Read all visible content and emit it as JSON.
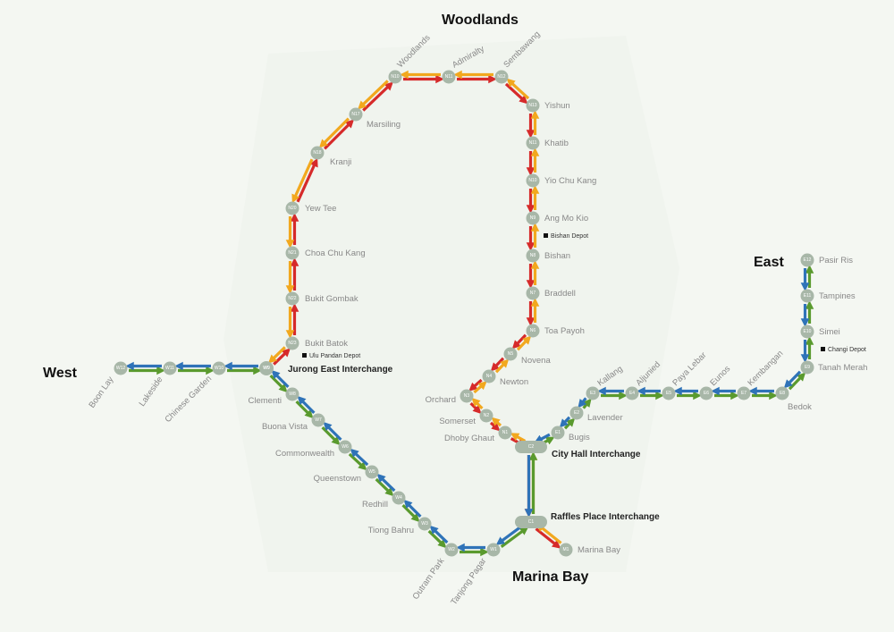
{
  "colors": {
    "red": "#d62a2a",
    "orange": "#f2a81e",
    "green": "#5a9a2e",
    "blue": "#2f73b8",
    "station": "#a8b7a8",
    "label": "#8a8a8a"
  },
  "regions": {
    "woodlands": "Woodlands",
    "west": "West",
    "east": "East",
    "marina_bay": "Marina Bay"
  },
  "interchanges": {
    "jurong_east": "Jurong East Interchange",
    "city_hall": "City Hall Interchange",
    "raffles_place": "Raffles Place Interchange"
  },
  "depots": {
    "ulu_pandan": "Ulu Pandan Depot",
    "bishan": "Bishan Depot",
    "changi": "Changi Depot"
  },
  "stations": {
    "woodlands": "Woodlands",
    "admiralty": "Admiralty",
    "sembawang": "Sembawang",
    "marsiling": "Marsiling",
    "kranji": "Kranji",
    "yew_tee": "Yew Tee",
    "choa_chu_kang": "Choa Chu Kang",
    "bukit_gombak": "Bukit Gombak",
    "bukit_batok": "Bukit Batok",
    "yishun": "Yishun",
    "khatib": "Khatib",
    "yio_chu_kang": "Yio Chu Kang",
    "ang_mo_kio": "Ang Mo Kio",
    "bishan": "Bishan",
    "braddell": "Braddell",
    "toa_payoh": "Toa Payoh",
    "novena": "Novena",
    "newton": "Newton",
    "orchard": "Orchard",
    "somerset": "Somerset",
    "dhoby_ghaut": "Dhoby Ghaut",
    "boon_lay": "Boon Lay",
    "lakeside": "Lakeside",
    "chinese_garden": "Chinese Garden",
    "clementi": "Clementi",
    "buona_vista": "Buona Vista",
    "commonwealth": "Commonwealth",
    "queenstown": "Queenstown",
    "redhill": "Redhill",
    "tiong_bahru": "Tiong Bahru",
    "outram_park": "Outram Park",
    "tanjong_pagar": "Tanjong Pagar",
    "marina_bay": "Marina Bay",
    "bugis": "Bugis",
    "lavender": "Lavender",
    "kallang": "Kallang",
    "aljunied": "Aljunied",
    "paya_lebar": "Paya Lebar",
    "eunos": "Eunos",
    "kembangan": "Kembangan",
    "bedok": "Bedok",
    "tanah_merah": "Tanah Merah",
    "simei": "Simei",
    "tampines": "Tampines",
    "pasir_ris": "Pasir Ris"
  },
  "codes": {
    "woodlands": "N10",
    "admiralty": "N11",
    "sembawang": "N12",
    "marsiling": "N17",
    "kranji": "N18",
    "yew_tee": "N20",
    "choa_chu_kang": "N21",
    "bukit_gombak": "N22",
    "bukit_batok": "N23",
    "yishun": "N13",
    "khatib": "N11",
    "yio_chu_kang": "N10",
    "ang_mo_kio": "N9",
    "bishan": "N8",
    "braddell": "N7",
    "toa_payoh": "N6",
    "novena": "N5",
    "newton": "N4",
    "orchard": "N3",
    "somerset": "N2",
    "dhoby_ghaut": "N1",
    "boon_lay": "W12",
    "lakeside": "W11",
    "chinese_garden": "W10",
    "jurong_east": "W9",
    "clementi": "W8",
    "buona_vista": "W7",
    "commonwealth": "W6",
    "queenstown": "W5",
    "redhill": "W4",
    "tiong_bahru": "W3",
    "outram_park": "W2",
    "tanjong_pagar": "W1",
    "city_hall": "C2",
    "raffles_place": "C1",
    "marina_bay": "M1",
    "bugis": "E1",
    "lavender": "E2",
    "kallang": "E3",
    "aljunied": "E4",
    "paya_lebar": "E5",
    "eunos": "E6",
    "kembangan": "E7",
    "bedok": "E8",
    "tanah_merah": "E9",
    "simei": "E10",
    "tampines": "E11",
    "pasir_ris": "E12"
  }
}
